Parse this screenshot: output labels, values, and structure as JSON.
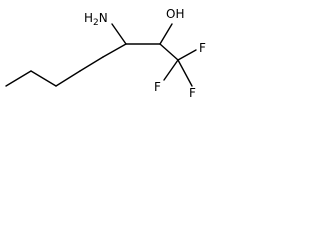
{
  "molecule": {
    "labels": {
      "amine": "H",
      "amine_subscript": "2",
      "amine_atom": "N",
      "hydroxyl": "OH",
      "fluorine_top": "F",
      "fluorine_left": "F",
      "fluorine_bottom": "F"
    },
    "colors": {
      "bond": "#000000",
      "text": "#000000",
      "background": "#ffffff"
    }
  }
}
